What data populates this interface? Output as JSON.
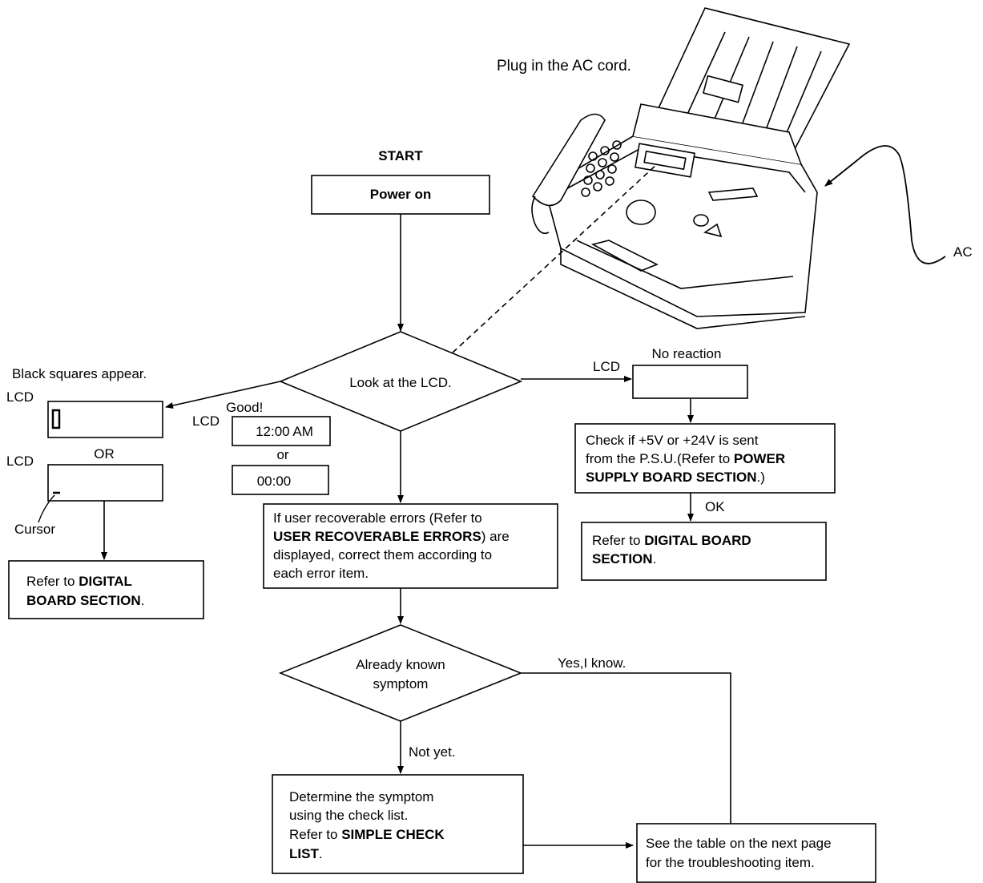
{
  "start_label": "START",
  "power_on": "Power on",
  "plug_in": "Plug in the AC cord.",
  "ac_label": "AC",
  "look_lcd": "Look at the LCD.",
  "left": {
    "black_squares": "Black squares appear.",
    "lcd_1": "LCD",
    "or_label": "OR",
    "lcd_2": "LCD",
    "cursor": "Cursor",
    "refer_prefix": "Refer to ",
    "refer_bold_1": "DIGITAL",
    "refer_bold_2": "BOARD SECTION",
    "refer_suffix": "."
  },
  "middle": {
    "good": "Good!",
    "lcd": "LCD",
    "time_12h": "12:00 AM",
    "or_label": "or",
    "time_24h": "00:00",
    "errors_line1": "If user recoverable errors (Refer to",
    "errors_bold": "USER RECOVERABLE ERRORS",
    "errors_line2_suffix": ") are",
    "errors_line3": "displayed, correct them according to",
    "errors_line4": "each error item."
  },
  "right": {
    "lcd": "LCD",
    "no_reaction": "No reaction",
    "check_line1": "Check if +5V or +24V is sent",
    "check_line2": "from the P.S.U.(Refer to ",
    "check_bold1": "POWER",
    "check_bold2": "SUPPLY BOARD SECTION",
    "check_suffix": ".)",
    "ok": "OK",
    "refer_prefix": "Refer to ",
    "refer_bold1": "DIGITAL BOARD",
    "refer_bold2": "SECTION",
    "refer_suffix": "."
  },
  "known": {
    "line1": "Already known",
    "line2": "symptom",
    "yes": "Yes,I know.",
    "not_yet": "Not yet."
  },
  "determine": {
    "line1": "Determine the symptom",
    "line2": "using the check list.",
    "line3": "Refer to ",
    "bold1": "SIMPLE CHECK",
    "bold2": "LIST",
    "suffix": "."
  },
  "see_table": {
    "line1": "See the table on the next page",
    "line2": "for the troubleshooting item."
  }
}
